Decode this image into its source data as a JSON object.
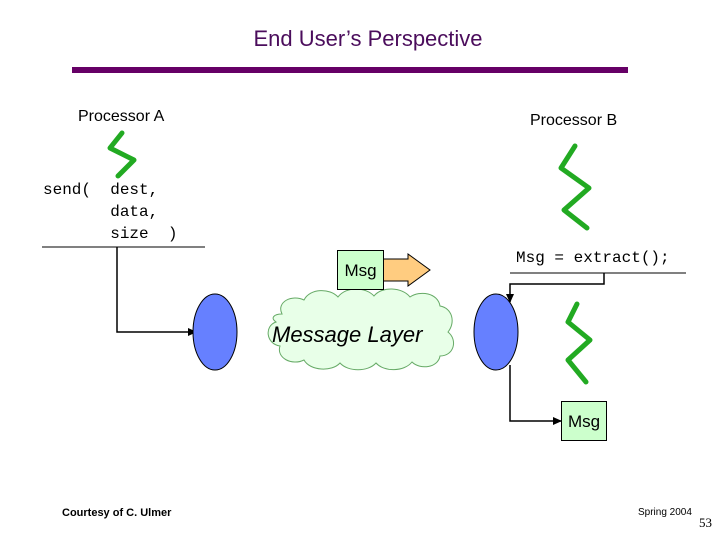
{
  "title": "End User’s Perspective",
  "processor_a": "Processor A",
  "processor_b": "Processor B",
  "send_code": {
    "line1": "send(  dest,",
    "line2": "       data,",
    "line3": "       size  )"
  },
  "extract_code": "Msg = extract();",
  "msg_arrow_label": "Msg",
  "message_layer": "Message Layer",
  "msg_received": "Msg",
  "footer": {
    "courtesy": "Courtesy of C. Ulmer",
    "date": "Spring 2004",
    "page": "53"
  },
  "colors": {
    "title_bar": "#660066",
    "thread": "#22aa22",
    "node": "#6680ff",
    "msg_box": "#ccffcc",
    "arrow": "#ffcc80",
    "cloud": "#e8ffe8"
  }
}
